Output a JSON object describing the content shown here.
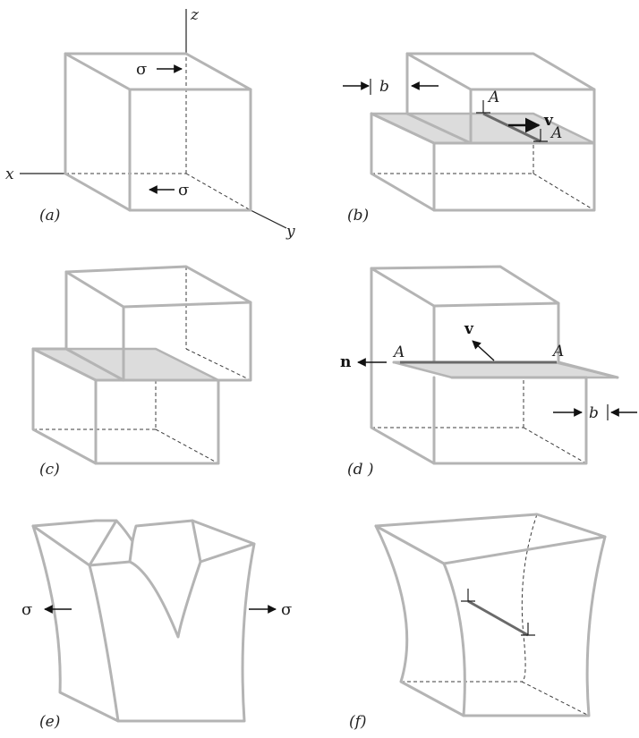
{
  "panels": {
    "a": {
      "caption": "(a)",
      "sigma_top": "σ",
      "sigma_bottom": "σ",
      "axis_x": "x",
      "axis_y": "y",
      "axis_z": "z"
    },
    "b": {
      "caption": "(b)",
      "burgers": "b",
      "section_left": "A",
      "section_right": "A",
      "vector": "v"
    },
    "c": {
      "caption": "(c)"
    },
    "d": {
      "caption": "(d )",
      "section_left": "A",
      "section_right": "A",
      "vector": "v",
      "normal": "n",
      "burgers": "b"
    },
    "e": {
      "caption": "(e)",
      "sigma_left": "σ",
      "sigma_right": "σ"
    },
    "f": {
      "caption": "(f)"
    }
  },
  "colors": {
    "edges": "#b4b4b4",
    "slip_plane": "#dcdcdc",
    "dislocation": "#6a6a6a",
    "ink": "#222222"
  }
}
